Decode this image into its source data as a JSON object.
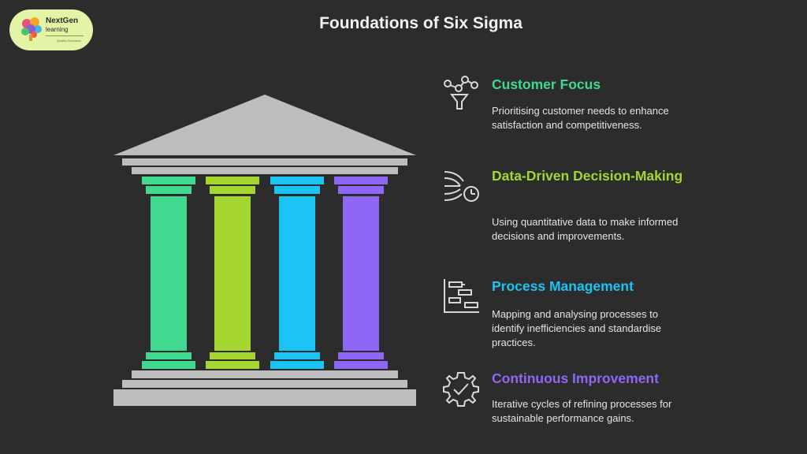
{
  "logo": {
    "brand": "NextGen",
    "sub": "learning",
    "tiny": "Quality Education"
  },
  "title": "Foundations of Six Sigma",
  "colors": {
    "background": "#2c2c2c",
    "pillar_green": "#40d98f",
    "pillar_lime": "#a4d62f",
    "pillar_blue": "#1cc3f5",
    "pillar_purple": "#8e67f7",
    "temple_gray": "#bdbdbd"
  },
  "items": [
    {
      "title": "Customer Focus",
      "desc": "Prioritising customer needs to enhance satisfaction and competitiveness.",
      "color": "#40d98f",
      "icon": "funnel-network-icon"
    },
    {
      "title": "Data-Driven Decision-Making",
      "desc": "Using quantitative data to make informed decisions and improvements.",
      "color": "#a4d62f",
      "icon": "data-stream-clock-icon"
    },
    {
      "title": "Process Management",
      "desc": "Mapping and analysing processes to identify inefficiencies and standardise practices.",
      "color": "#1cc3f5",
      "icon": "gantt-chart-icon"
    },
    {
      "title": "Continuous Improvement",
      "desc": "Iterative cycles of refining processes for sustainable performance gains.",
      "color": "#8e67f7",
      "icon": "gear-check-icon"
    }
  ]
}
